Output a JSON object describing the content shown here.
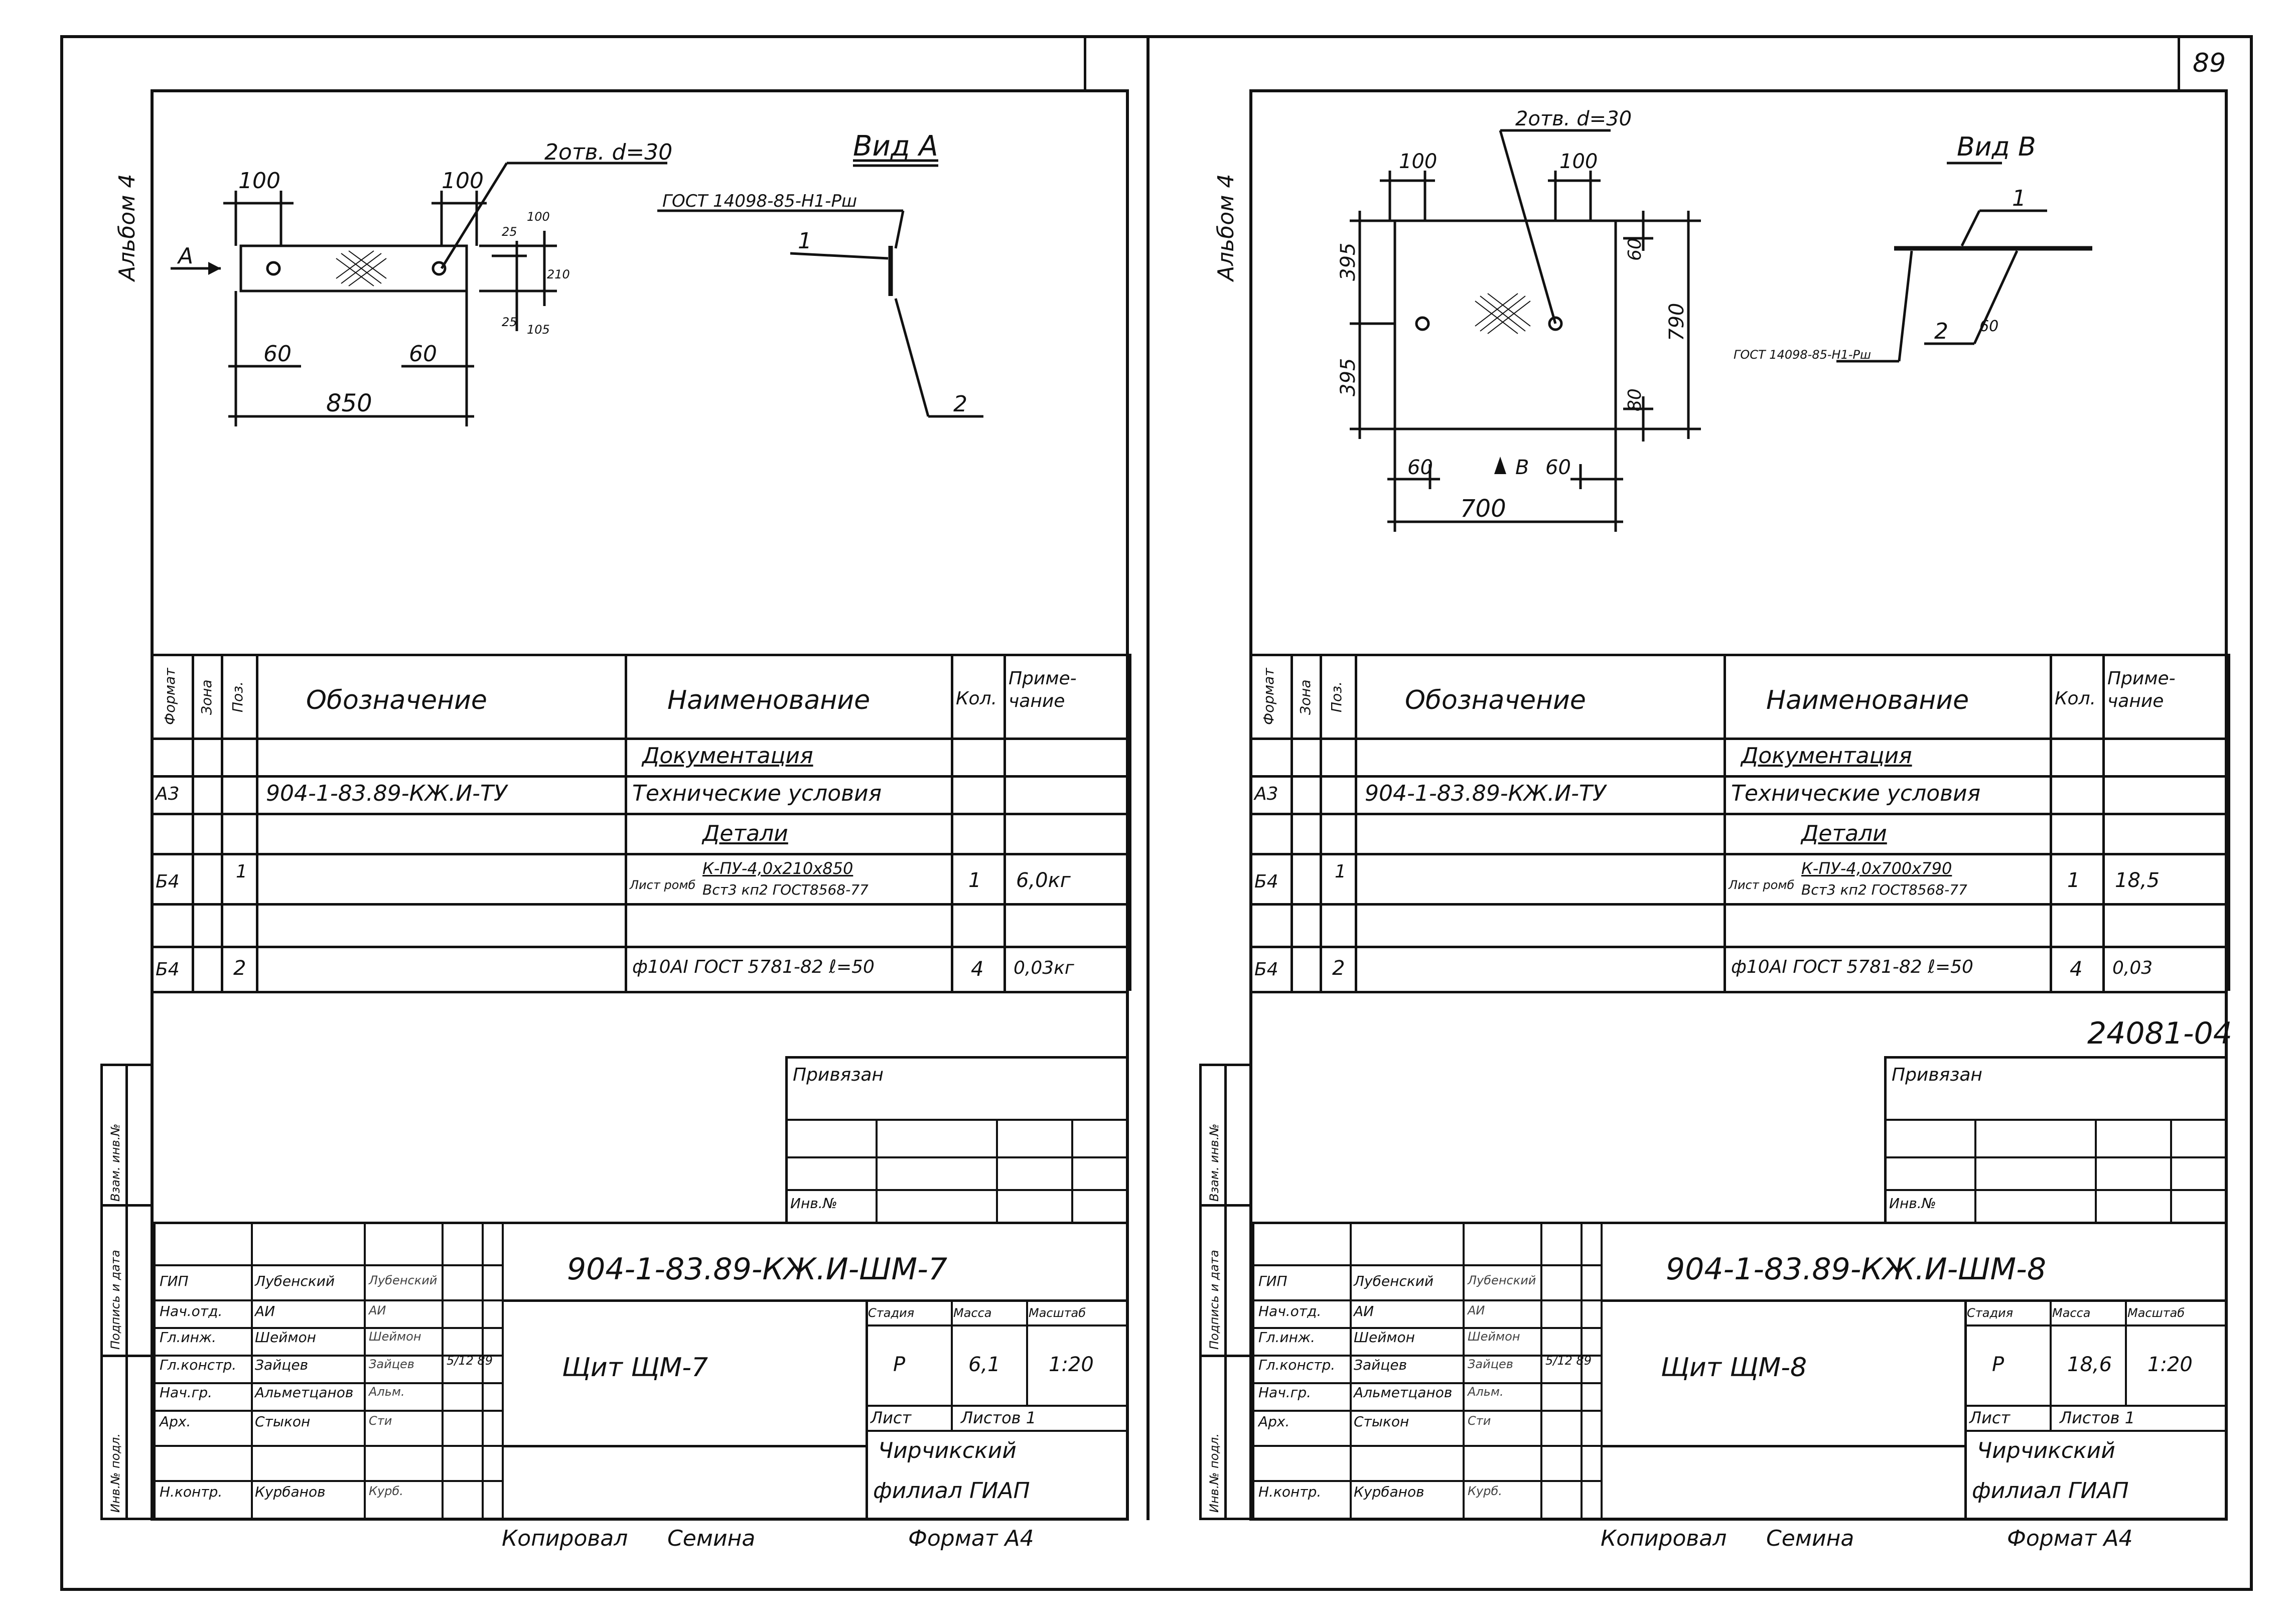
{
  "page_number": "89",
  "sheets": [
    {
      "album": "Альбом 4",
      "view": {
        "title": "Вид А",
        "gost": "ГОСТ 14098-85-Н1-Рш",
        "arrow": "А",
        "hole_note": "2отв. d=30",
        "dims": [
          "100",
          "100",
          "60",
          "60",
          "850",
          "25",
          "100",
          "210",
          "25",
          "105"
        ],
        "callouts": [
          "1",
          "2"
        ]
      },
      "spec": {
        "headers": {
          "format": "Формат",
          "zone": "Зона",
          "pos": "Поз.",
          "designation": "Обозначение",
          "name": "Наименование",
          "qty": "Кол.",
          "note": "Приме-чание"
        },
        "doc_section": "Документация",
        "doc_format": "А3",
        "doc_designation": "904-1-83.89-КЖ.И-ТУ",
        "doc_name": "Технические условия",
        "details_section": "Детали",
        "r1": {
          "format": "Б4",
          "pos": "1",
          "prefix": "Лист ромб",
          "name_top": "К-ПУ-4,0х210х850",
          "name_bottom": "Вст3 кп2 ГОСТ8568-77",
          "qty": "1",
          "note": "6,0кг"
        },
        "r2": {
          "format": "Б4",
          "pos": "2",
          "name": "ф10АI ГОСТ 5781-82  ℓ=50",
          "qty": "4",
          "note": "0,03кг"
        }
      },
      "binding": "Привязан",
      "inv": "Инв.№",
      "side_labels": [
        "Взам. инв.№",
        "Подпись и дата",
        "Инв.№ подл."
      ],
      "title": {
        "code": "904-1-83.89-КЖ.И-ШМ-7",
        "name": "Щит ЩМ-7",
        "stage_h": "Стадия",
        "mass_h": "Масса",
        "scale_h": "Масштаб",
        "stage": "Р",
        "mass": "6,1",
        "scale": "1:20",
        "sheet_h": "Лист",
        "sheets_h": "Листов 1",
        "org1": "Чирчикский",
        "org2": "филиал ГИАП",
        "date": "5/12 89",
        "people": [
          {
            "role": "ГИП",
            "name": "Лубенский",
            "sign": "Лубенский"
          },
          {
            "role": "Нач.отд.",
            "name": "АИ",
            "sign": "АИ"
          },
          {
            "role": "Гл.инж.",
            "name": "Шеймон",
            "sign": "Шеймон"
          },
          {
            "role": "Гл.констр.",
            "name": "Зайцев",
            "sign": "Зайцев"
          },
          {
            "role": "Нач.гр.",
            "name": "Альметцанов",
            "sign": "Альм."
          },
          {
            "role": "Арх.",
            "name": "Стыкон",
            "sign": "Сти"
          },
          {
            "role": "",
            "name": "",
            "sign": ""
          },
          {
            "role": "Н.контр.",
            "name": "Курбанов",
            "sign": "Курб."
          }
        ]
      },
      "footer": {
        "copied": "Копировал",
        "copier": "Семина",
        "format": "Формат А4"
      }
    },
    {
      "album": "Альбом 4",
      "view": {
        "title": "Вид В",
        "gost": "ГОСТ 14098-85-Н1-Рш",
        "arrow": "В",
        "hole_note": "2отв. d=30",
        "dims": [
          "100",
          "100",
          "395",
          "395",
          "60",
          "790",
          "80",
          "60",
          "60",
          "700"
        ],
        "callouts": [
          "1",
          "2"
        ]
      },
      "spec": {
        "headers": {
          "format": "Формат",
          "zone": "Зона",
          "pos": "Поз.",
          "designation": "Обозначение",
          "name": "Наименование",
          "qty": "Кол.",
          "note": "Приме-чание"
        },
        "doc_section": "Документация",
        "doc_format": "А3",
        "doc_designation": "904-1-83.89-КЖ.И-ТУ",
        "doc_name": "Технические условия",
        "details_section": "Детали",
        "r1": {
          "format": "Б4",
          "pos": "1",
          "prefix": "Лист ромб",
          "name_top": "К-ПУ-4,0х700х790",
          "name_bottom": "Вст3 кп2 ГОСТ8568-77",
          "qty": "1",
          "note": "18,5"
        },
        "r2": {
          "format": "Б4",
          "pos": "2",
          "name": "ф10АI ГОСТ 5781-82  ℓ=50",
          "qty": "4",
          "note": "0,03"
        }
      },
      "archive_no": "24081-04",
      "binding": "Привязан",
      "inv": "Инв.№",
      "side_labels": [
        "Взам. инв.№",
        "Подпись и дата",
        "Инв.№ подл."
      ],
      "title": {
        "code": "904-1-83.89-КЖ.И-ШМ-8",
        "name": "Щит ЩМ-8",
        "stage_h": "Стадия",
        "mass_h": "Масса",
        "scale_h": "Масштаб",
        "stage": "Р",
        "mass": "18,6",
        "scale": "1:20",
        "sheet_h": "Лист",
        "sheets_h": "Листов 1",
        "org1": "Чирчикский",
        "org2": "филиал ГИАП",
        "date": "5/12 89",
        "people": [
          {
            "role": "ГИП",
            "name": "Лубенский",
            "sign": "Лубенский"
          },
          {
            "role": "Нач.отд.",
            "name": "АИ",
            "sign": "АИ"
          },
          {
            "role": "Гл.инж.",
            "name": "Шеймон",
            "sign": "Шеймон"
          },
          {
            "role": "Гл.констр.",
            "name": "Зайцев",
            "sign": "Зайцев"
          },
          {
            "role": "Нач.гр.",
            "name": "Альметцанов",
            "sign": "Альм."
          },
          {
            "role": "Арх.",
            "name": "Стыкон",
            "sign": "Сти"
          },
          {
            "role": "",
            "name": "",
            "sign": ""
          },
          {
            "role": "Н.контр.",
            "name": "Курбанов",
            "sign": "Курб."
          }
        ]
      },
      "footer": {
        "copied": "Копировал",
        "copier": "Семина",
        "format": "Формат А4"
      }
    }
  ]
}
